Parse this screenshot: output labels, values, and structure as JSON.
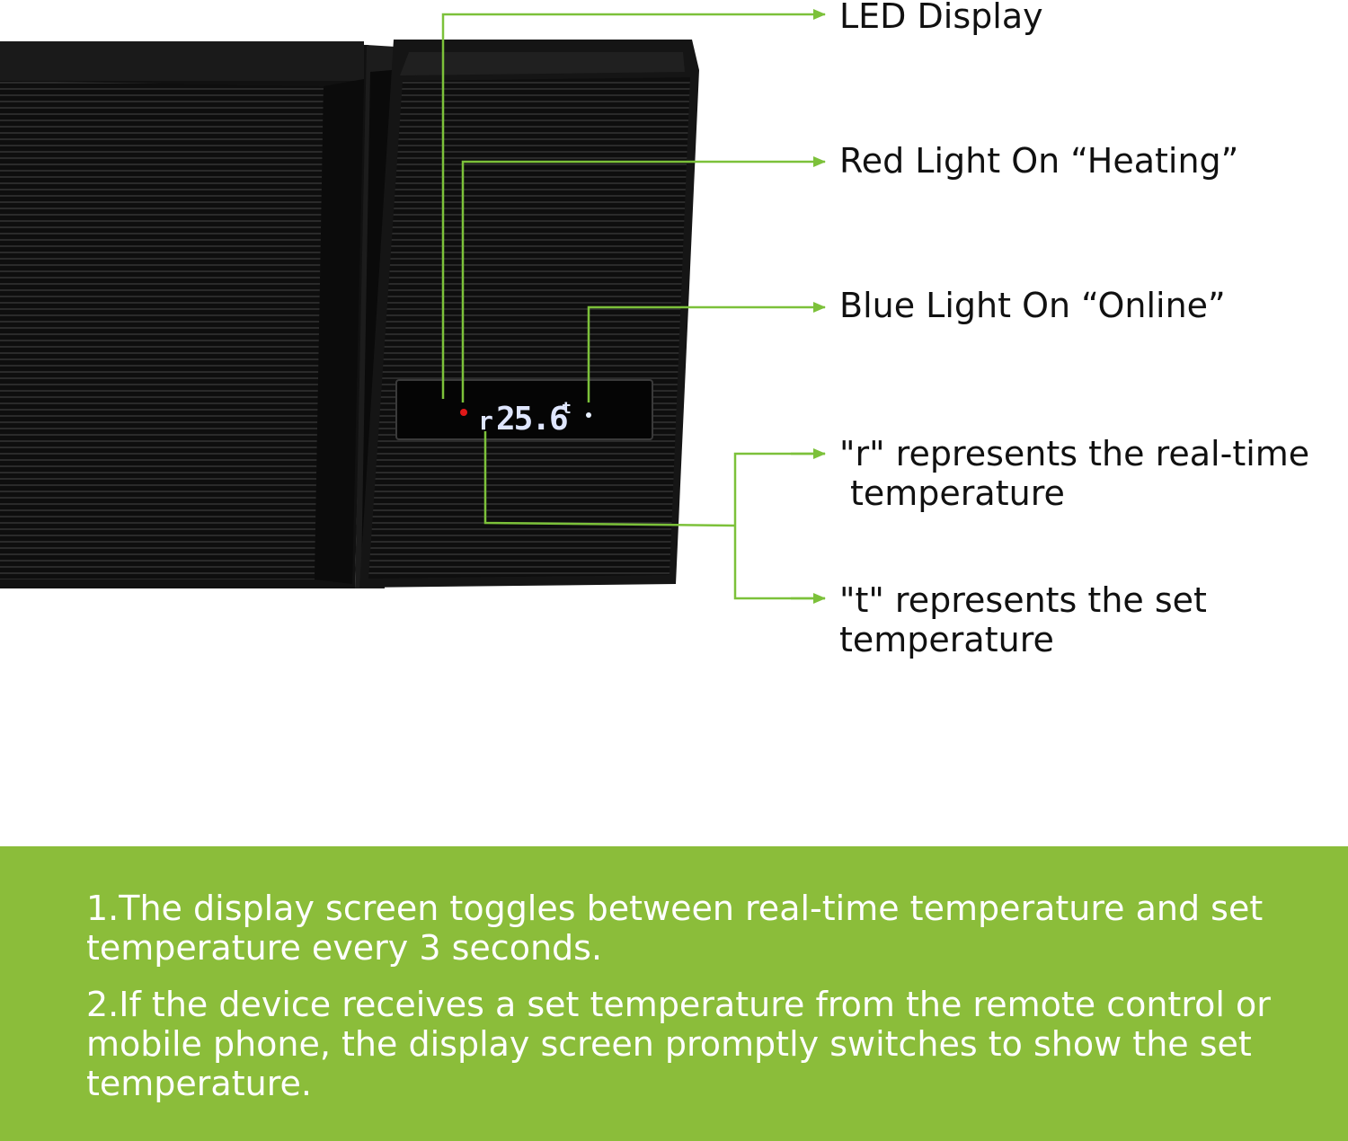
{
  "colors": {
    "accent_green": "#8bbd3a",
    "callout_line": "#7cc13a",
    "heater_body": "#121212",
    "lcd_digits": "#dfe6ff",
    "heating_light": "#e01818",
    "online_light": "#e8f0ff"
  },
  "display": {
    "prefix": "r",
    "temperature": "25.6",
    "suffix": "t"
  },
  "callouts": {
    "led_display": "LED Display",
    "red_light": "Red Light On “Heating”",
    "blue_light": "Blue Light On “Online”",
    "r_meaning_line1": "\"r\" represents the real-time",
    "r_meaning_line2": "temperature",
    "t_meaning_line1": "\"t\" represents the set",
    "t_meaning_line2": "temperature"
  },
  "notes": {
    "note1": "1.The display screen toggles between real-time temperature and set temperature every 3 seconds.",
    "note2": "2.If the device receives a set temperature from the remote control or mobile phone, the display screen promptly switches to show the set temperature."
  }
}
